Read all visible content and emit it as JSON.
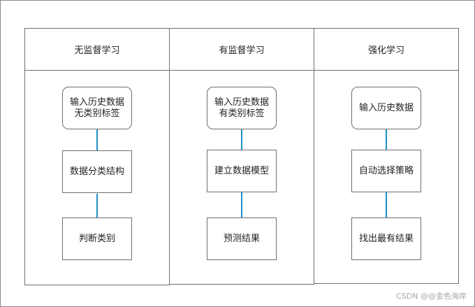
{
  "columns": [
    {
      "title": "无监督学习",
      "steps": [
        {
          "line1": "输入历史数据",
          "line2": "无类别标签"
        },
        {
          "line1": "数据分类结构",
          "line2": ""
        },
        {
          "line1": "判断类别",
          "line2": ""
        }
      ]
    },
    {
      "title": "有监督学习",
      "steps": [
        {
          "line1": "输入历史数据",
          "line2": "有类别标签"
        },
        {
          "line1": "建立数据模型",
          "line2": ""
        },
        {
          "line1": "预测结果",
          "line2": ""
        }
      ]
    },
    {
      "title": "强化学习",
      "steps": [
        {
          "line1": "输入历史数据",
          "line2": ""
        },
        {
          "line1": "自动选择策略",
          "line2": ""
        },
        {
          "line1": "找出最有结果",
          "line2": ""
        }
      ]
    }
  ],
  "watermark": "CSDN @@金色海岸",
  "colors": {
    "connector": "#1f8fc4",
    "border": "#6f6f6f"
  }
}
